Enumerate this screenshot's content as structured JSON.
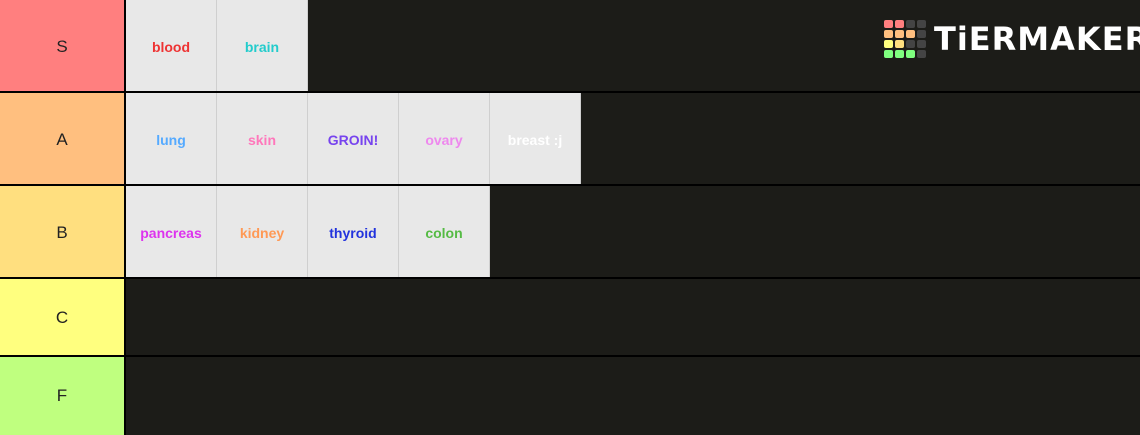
{
  "branding": {
    "logo_text": "TiERMAKER",
    "grid_colors": [
      "#ff7f7f",
      "#ff7f7f",
      "#444444",
      "#444444",
      "#ffbf7f",
      "#ffbf7f",
      "#ffbf7f",
      "#444444",
      "#ffff7f",
      "#ffdf7f",
      "#444444",
      "#444444",
      "#7fff7f",
      "#7fff7f",
      "#7fff7f",
      "#444444"
    ]
  },
  "tiers": [
    {
      "label": "S",
      "color": "#ff7f7f",
      "items": [
        {
          "text": "blood",
          "color": "#ee3333"
        },
        {
          "text": "brain",
          "color": "#22cccc"
        }
      ]
    },
    {
      "label": "A",
      "color": "#ffbf7f",
      "items": [
        {
          "text": "lung",
          "color": "#55aaff"
        },
        {
          "text": "skin",
          "color": "#ff77bb"
        },
        {
          "text": "GROIN!",
          "color": "#7744ee"
        },
        {
          "text": "ovary",
          "color": "#ee88ee"
        },
        {
          "text": "breast :j",
          "color": "#ffffff"
        }
      ]
    },
    {
      "label": "B",
      "color": "#ffdf7f",
      "items": [
        {
          "text": "pancreas",
          "color": "#dd33ee"
        },
        {
          "text": "kidney",
          "color": "#ff9955"
        },
        {
          "text": "thyroid",
          "color": "#2233dd"
        },
        {
          "text": "colon",
          "color": "#55bb44"
        }
      ]
    },
    {
      "label": "C",
      "color": "#ffff7f",
      "items": []
    },
    {
      "label": "F",
      "color": "#bfff7f",
      "items": []
    }
  ]
}
